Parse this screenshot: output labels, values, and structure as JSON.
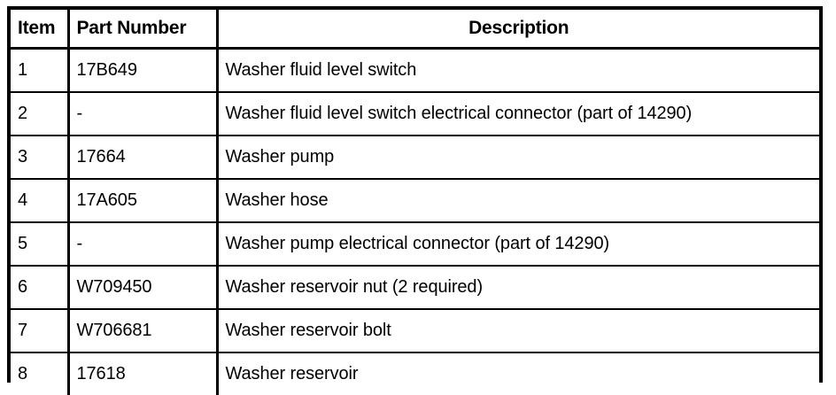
{
  "table": {
    "columns": [
      {
        "key": "item",
        "label": "Item",
        "align": "left"
      },
      {
        "key": "part_number",
        "label": "Part Number",
        "align": "left"
      },
      {
        "key": "description",
        "label": "Description",
        "align": "center"
      }
    ],
    "rows": [
      {
        "item": "1",
        "part_number": "17B649",
        "description": "Washer fluid level switch"
      },
      {
        "item": "2",
        "part_number": "-",
        "description": "Washer fluid level switch electrical connector (part of 14290)"
      },
      {
        "item": "3",
        "part_number": "17664",
        "description": "Washer pump"
      },
      {
        "item": "4",
        "part_number": "17A605",
        "description": "Washer hose"
      },
      {
        "item": "5",
        "part_number": "-",
        "description": "Washer pump electrical connector (part of 14290)"
      },
      {
        "item": "6",
        "part_number": "W709450",
        "description": "Washer reservoir nut (2 required)"
      },
      {
        "item": "7",
        "part_number": "W706681",
        "description": "Washer reservoir bolt"
      },
      {
        "item": "8",
        "part_number": "17618",
        "description": "Washer reservoir"
      }
    ]
  },
  "colors": {
    "background": "#ffffff",
    "text": "#000000",
    "border": "#000000"
  }
}
